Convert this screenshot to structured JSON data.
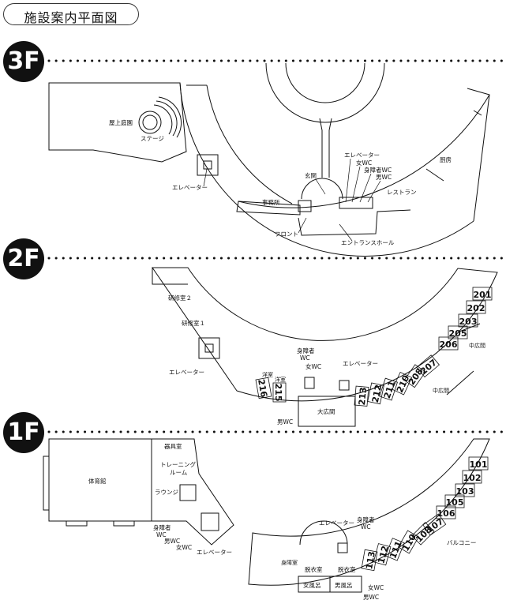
{
  "title": "施設案内平面図",
  "floors": {
    "f3": {
      "badge": "3F",
      "labels": {
        "rooftop": "屋上庭園",
        "stage": "ステージ",
        "elevator_left": "エレベーター",
        "office": "事務所",
        "front": "フロント",
        "entrance": "玄関",
        "elevator_center": "エレベーター",
        "womens_wc": "女WC",
        "accessible_wc": "身障者WC",
        "mens_wc": "男WC",
        "restaurant": "レストラン",
        "kitchen": "厨房",
        "hall": "エントランスホール"
      }
    },
    "f2": {
      "badge": "2F",
      "labels": {
        "training2": "研修室２",
        "training1": "研修室１",
        "elevator_left": "エレベーター",
        "accessible": "身障者",
        "accessible_wc": "WC",
        "womens_wc": "女WC",
        "elevator_center": "エレベーター",
        "mens_wc": "男WC",
        "japanese_a": "洋室",
        "japanese_b": "洋室",
        "big_hall": "大広間",
        "mid_hall_a": "中広間",
        "mid_hall_b": "中広間"
      },
      "rooms": [
        "201",
        "202",
        "203",
        "205",
        "206",
        "207",
        "208",
        "210",
        "211",
        "212",
        "213",
        "215",
        "216"
      ]
    },
    "f1": {
      "badge": "1F",
      "labels": {
        "gym": "体育館",
        "equipment": "器具室",
        "training_room_1": "トレーニング",
        "training_room_2": "ルーム",
        "lounge": "ラウンジ",
        "accessible": "身障者",
        "accessible_wc": "WC",
        "mens_wc": "男WC",
        "womens_wc": "女WC",
        "elevator_left": "エレベーター",
        "elevator_center": "エレベーター",
        "accessible_center": "身障者",
        "wc_center": "WC",
        "dressing_a": "脱衣室",
        "dressing_b": "脱衣室",
        "womens_bath": "女風呂",
        "mens_bath": "男風呂",
        "female_wc_bottom": "女WC",
        "male_wc_bottom": "男WC",
        "disabled_room": "身障室",
        "balcony": "バルコニー"
      },
      "rooms": [
        "101",
        "102",
        "103",
        "105",
        "106",
        "107",
        "108",
        "110",
        "111",
        "112",
        "113"
      ]
    }
  }
}
